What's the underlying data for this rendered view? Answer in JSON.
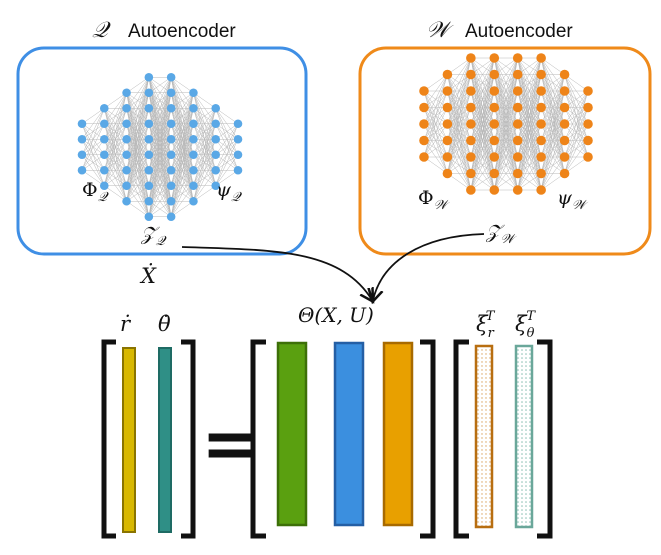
{
  "autoencoders": [
    {
      "id": "Q",
      "symbol": "𝒬",
      "title": "Autoencoder",
      "color": "#3f8fe5",
      "node_color": "#5aa8e6",
      "layers": [
        4,
        6,
        8,
        10,
        10,
        8,
        6,
        4
      ],
      "encoder_label": "Φ",
      "encoder_sub": "𝒬",
      "decoder_label": "ψ",
      "decoder_sub": "𝒬",
      "latent_label": "𝒵",
      "latent_sub": "𝒬"
    },
    {
      "id": "W",
      "symbol": "𝒲",
      "title": "Autoencoder",
      "color": "#ef8a1a",
      "node_color": "#ee8419",
      "layers": [
        5,
        7,
        9,
        9,
        9,
        9,
        7,
        5
      ],
      "encoder_label": "Φ",
      "encoder_sub": "𝒲",
      "decoder_label": "ψ",
      "decoder_sub": "𝒲",
      "latent_label": "𝒵",
      "latent_sub": "𝒲"
    }
  ],
  "xdot_label": "Ẋ",
  "lhs_labels": [
    "ṙ",
    "θ̇"
  ],
  "theta_label": "Θ(X, U)",
  "equals": "=",
  "xi_labels": [
    {
      "base": "ξ",
      "sub": "r",
      "sup": "T"
    },
    {
      "base": "ξ",
      "sub": "θ",
      "sup": "T"
    }
  ],
  "colors": {
    "lhs_r": "#d8b800",
    "lhs_r_edge": "#8a7400",
    "lhs_theta": "#2f8f86",
    "lhs_theta_edge": "#1e6b64",
    "theta_green": "#5aa010",
    "theta_green_edge": "#3d7008",
    "theta_blue": "#3b8fdf",
    "theta_blue_edge": "#245fa5",
    "theta_orange": "#e8a000",
    "theta_orange_edge": "#a86a00",
    "xi_r_edge": "#b86e10",
    "xi_theta_edge": "#6aa79a"
  }
}
